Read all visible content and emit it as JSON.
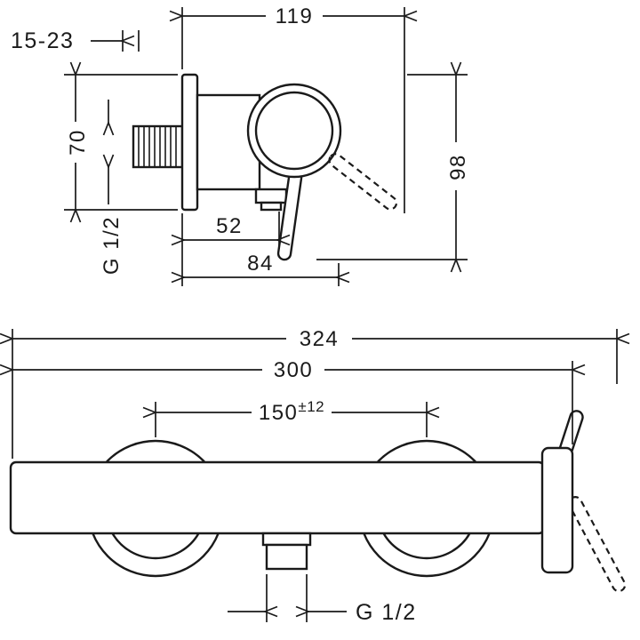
{
  "page": {
    "background": "#ffffff",
    "line_color": "#1a1a1a",
    "kind": "technical dimension drawing, wall-mounted single-lever shower mixer, two orthographic views"
  },
  "drawing": {
    "side_view": {
      "projection_total": "119",
      "wall_depth_range": "15-23",
      "body_height": "70",
      "inlet_thread": "G 1/2",
      "outlet_offset": "52",
      "lever_projection": "84",
      "total_height": "98"
    },
    "front_view": {
      "total_width": "324",
      "body_width": "300",
      "hole_centers": "150",
      "hole_centers_tolerance": "±12",
      "outlet_thread": "G 1/2"
    }
  }
}
